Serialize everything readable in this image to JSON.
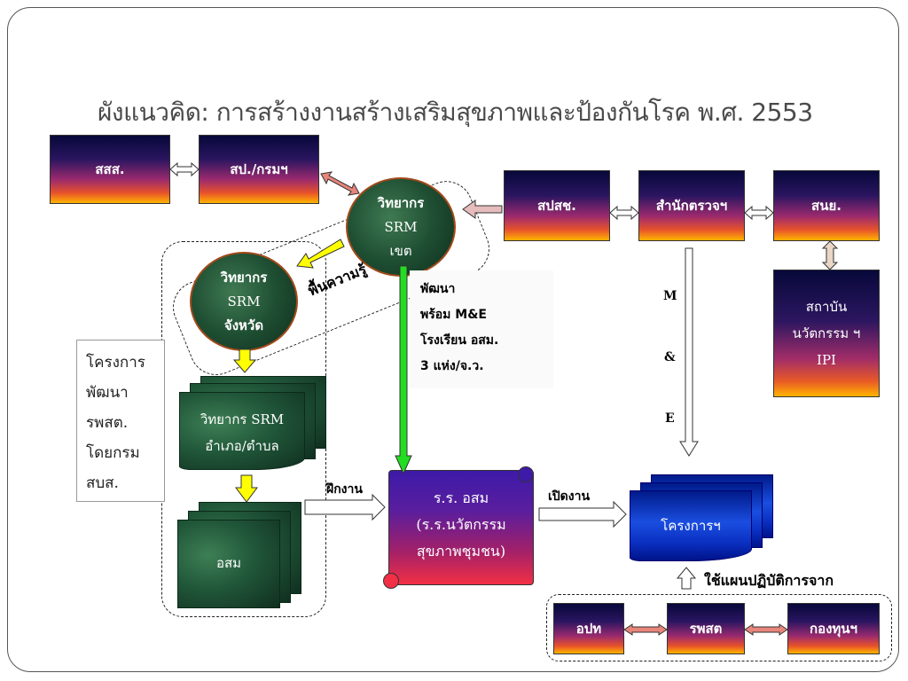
{
  "title": "ผังแนวคิด: การสร้างงานสร้างเสริมสุขภาพและป้องกันโรค พ.ศ. 2553",
  "boxes": {
    "sss": "สสส.",
    "sp_department": "สป./กรมฯ",
    "spsch": "สปสช.",
    "inspector_office": "สำนักตรวจฯ",
    "snyo": "สนย."
  },
  "innovation_institute": {
    "line1": "สถาบัน",
    "line2": "นวัตกรรม ฯ",
    "line3": "IPI"
  },
  "region_resource": {
    "line1": "วิทยากร",
    "line2": "SRM",
    "line3": "เขต"
  },
  "province_resource": {
    "line1": "วิทยากร",
    "line2": "SRM",
    "line3": "จังหวัด"
  },
  "knowledge_area": "พื้นความรู้",
  "development_note": {
    "line1": "พัฒนา",
    "line2": "พร้อม M&E",
    "line3": "โรงเรียน อสม.",
    "line4": "3 แห่ง/จ.ว."
  },
  "me_label": {
    "m": "M",
    "amp": "&",
    "e": "E"
  },
  "side_project": {
    "line1": "โครงการ",
    "line2": "พัฒนา",
    "line3": "รพสต.",
    "line4": "โดยกรม",
    "line5": "สบส."
  },
  "district_resource": {
    "line1": "วิทยากร SRM",
    "line2": "อำเภอ/ตำบล"
  },
  "osm": "อสม",
  "training_label": "ฝึกงาน",
  "school": {
    "line1": "ร.ร. อสม",
    "line2": "(ร.ร.นวัตกรรม",
    "line3": "สุขภาพชุมชน)"
  },
  "open_work_label": "เปิดงาน",
  "projects": "โครงการฯ",
  "use_plan": "ใช้แผนปฏิบัติการจาก",
  "bottom": {
    "opt": "อปท",
    "rpst": "รพสต",
    "fund": "กองทุนฯ"
  },
  "colors": {
    "gradient_dark": "#07083a",
    "gradient_orange": "#e8532a",
    "gradient_yellow": "#ffb300",
    "arrow_pink": "#e8a1a1",
    "arrow_yellow": "#ffff00",
    "arrow_green": "#22dd22",
    "marble_green": "#21583a",
    "blue": "#1a4ee0"
  }
}
